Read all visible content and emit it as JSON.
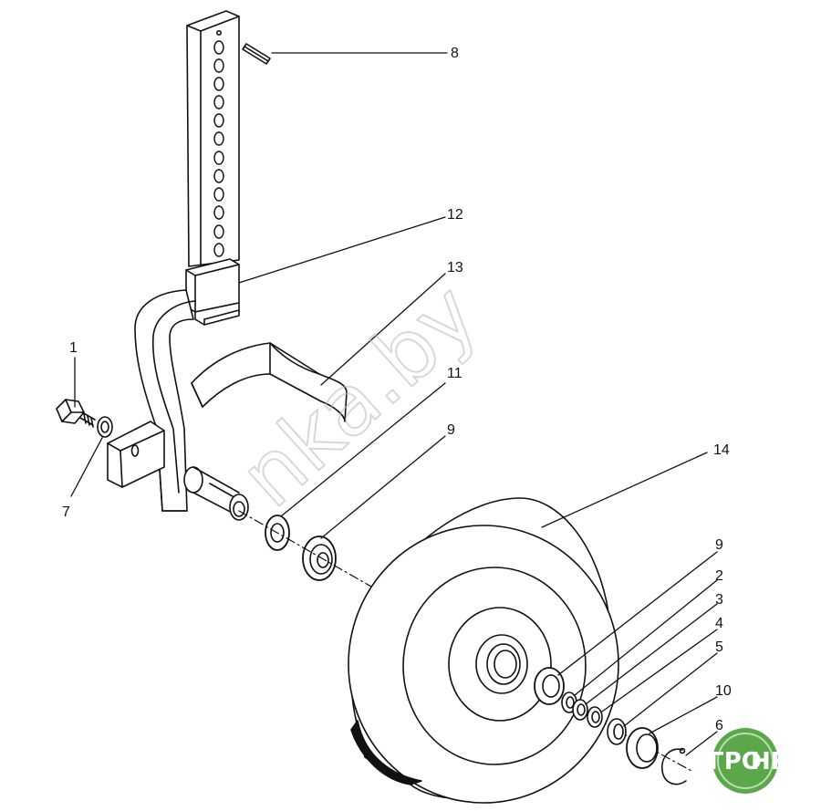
{
  "watermark": "nka.by",
  "callouts": [
    {
      "id": "c8",
      "label": "8"
    },
    {
      "id": "c12",
      "label": "12"
    },
    {
      "id": "c13",
      "label": "13"
    },
    {
      "id": "c1",
      "label": "1"
    },
    {
      "id": "c11",
      "label": "11"
    },
    {
      "id": "c9a",
      "label": "9"
    },
    {
      "id": "c7",
      "label": "7"
    },
    {
      "id": "c14",
      "label": "14"
    },
    {
      "id": "c9b",
      "label": "9"
    },
    {
      "id": "c2",
      "label": "2"
    },
    {
      "id": "c3",
      "label": "3"
    },
    {
      "id": "c4",
      "label": "4"
    },
    {
      "id": "c5",
      "label": "5"
    },
    {
      "id": "c10",
      "label": "10"
    },
    {
      "id": "c6",
      "label": "6"
    }
  ],
  "logo": {
    "left_text": "АГРО",
    "right_text": "НКА",
    "brand_color": "#5aa84a"
  },
  "colors": {
    "line": "#111111",
    "watermark": "#b9b9b9"
  }
}
